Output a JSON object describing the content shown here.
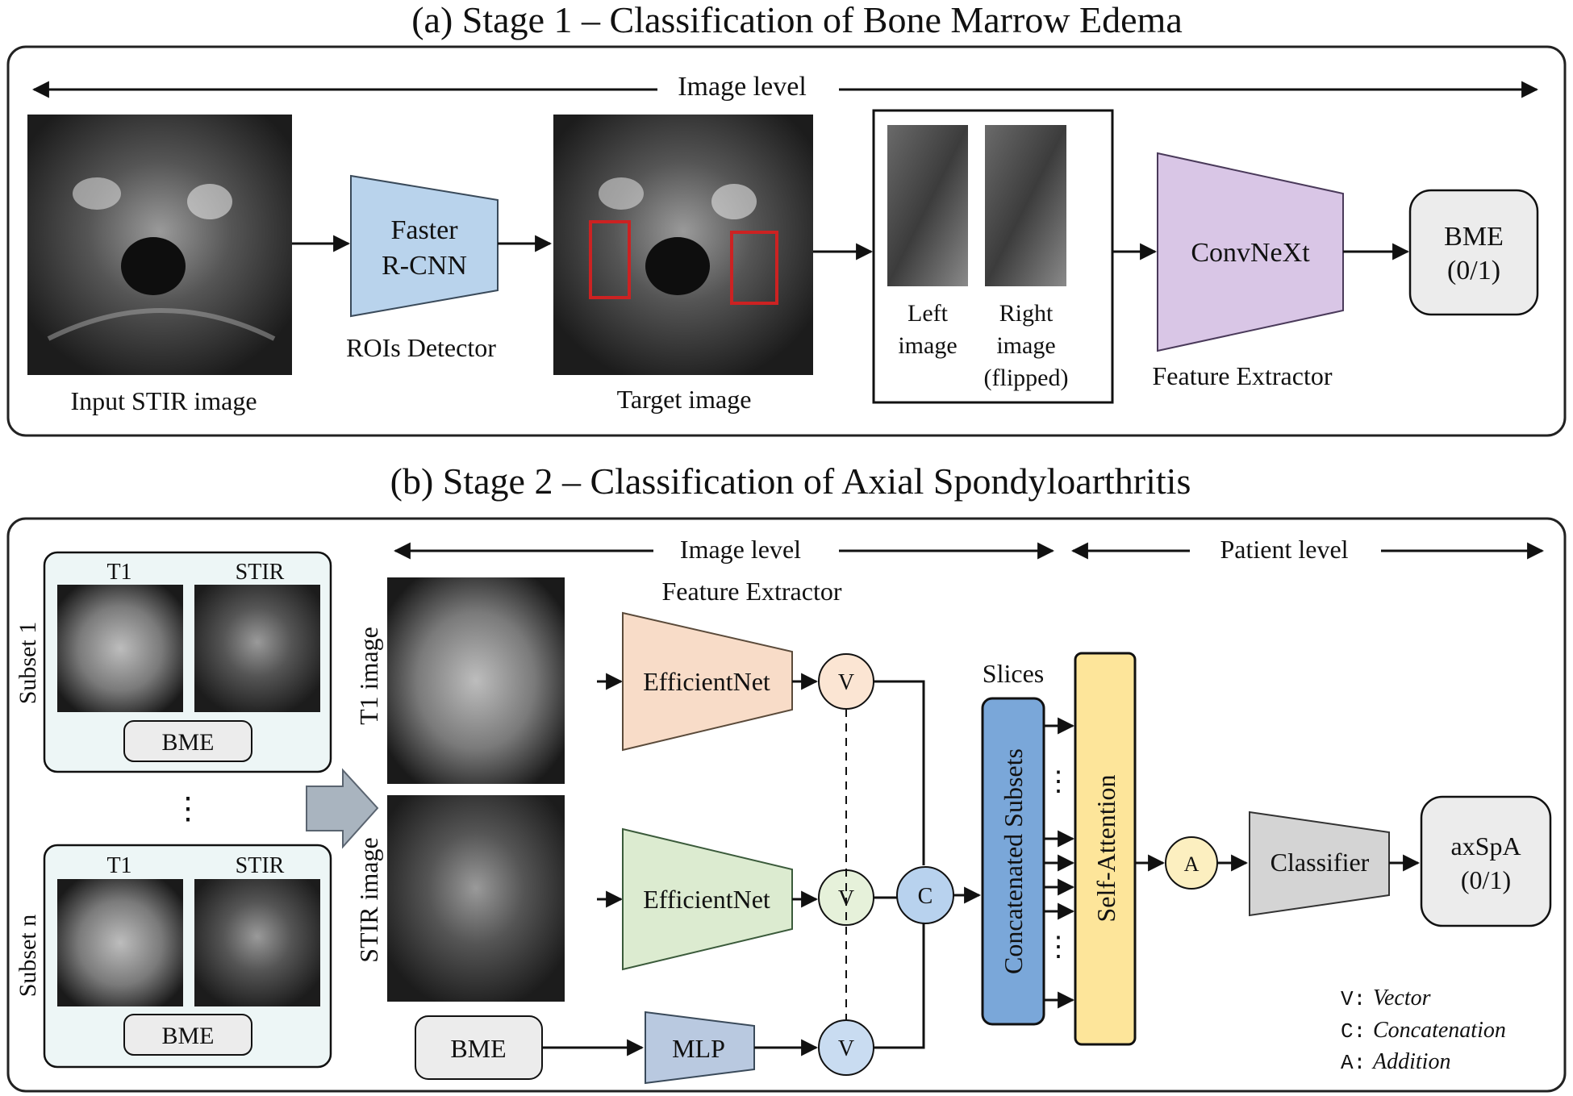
{
  "stage1": {
    "title": "(a) Stage 1 – Classification of Bone Marrow Edema",
    "scope_label": "Image level",
    "input_caption": "Input STIR image",
    "detector_label_1": "Faster",
    "detector_label_2": "R-CNN",
    "detector_caption": "ROIs  Detector",
    "target_caption": "Target image",
    "left_caption_1": "Left",
    "left_caption_2": "image",
    "right_caption_1": "Right",
    "right_caption_2": "image",
    "right_caption_3": "(flipped)",
    "extractor_label": "ConvNeXt",
    "extractor_caption": "Feature Extractor",
    "output_label_1": "BME",
    "output_label_2": "(0/1)"
  },
  "stage2": {
    "title": "(b) Stage 2 – Classification of Axial Spondyloarthritis",
    "image_level_label": "Image level",
    "patient_level_label": "Patient level",
    "subset1_label": "Subset 1",
    "subsetn_label": "Subset n",
    "t1_label": "T1",
    "stir_label": "STIR",
    "bme_label": "BME",
    "ellipsis": "⋮",
    "t1_image_label": "T1 image",
    "stir_image_label": "STIR image",
    "feature_extractor_label": "Feature Extractor",
    "efficientnet_label": "EfficientNet",
    "mlp_label": "MLP",
    "bme_input_label": "BME",
    "v_label": "V",
    "c_label": "C",
    "a_label": "A",
    "slices_label": "Slices",
    "concat_label": "Concatenated Subsets",
    "attention_label": "Self-Attention",
    "classifier_label": "Classifier",
    "output_label_1": "axSpA",
    "output_label_2": "(0/1)",
    "legend": {
      "v_key": "V:",
      "v_text": "Vector",
      "c_key": "C:",
      "c_text": "Concatenation",
      "a_key": "A:",
      "a_text": "Addition"
    }
  },
  "colors": {
    "detector": "#b9d3ec",
    "convnext": "#d9c6e6",
    "efficient_t1": "#f8dcc8",
    "efficient_stir": "#dcebd0",
    "mlp": "#b9c9e0",
    "concat": "#7aa7d9",
    "attention": "#fde59a",
    "classifier": "#d4d4d4",
    "v_top": "#fbe5d3",
    "v_mid": "#e6f1da",
    "v_bot": "#c9dcf1",
    "c_node": "#b8d2ee",
    "a_node": "#fcefc0",
    "roi_box": "#cc2222",
    "subset_panel": "#edf6f6"
  }
}
